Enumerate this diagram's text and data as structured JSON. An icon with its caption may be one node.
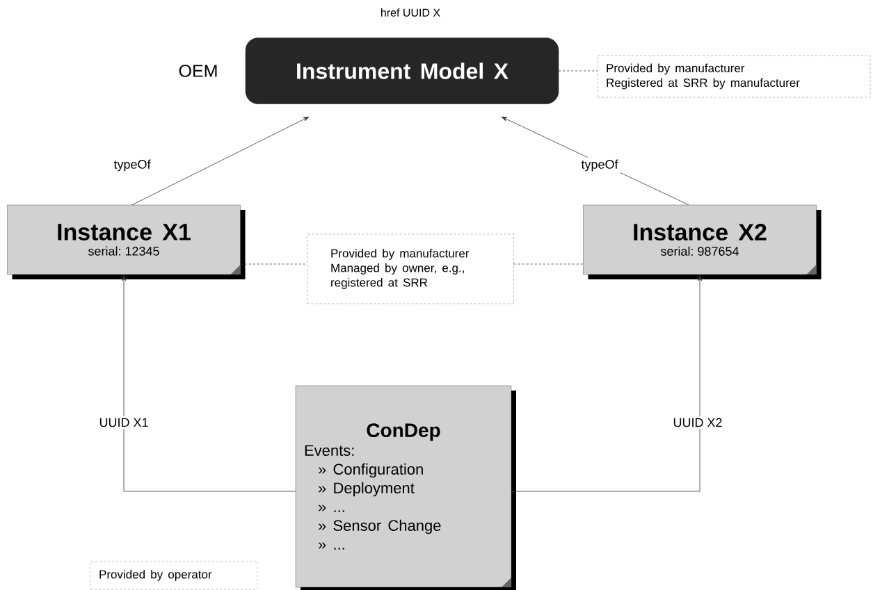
{
  "diagram": {
    "nodes": [
      {
        "text": [
          "Instrument Model X"
        ],
        "beside": [
          "OEM",
          "href UUID X"
        ]
      },
      {
        "text": [
          "Provided by manufacturer",
          "Registered at SRR by manufacturer"
        ]
      },
      {
        "text": [
          "Instance X1",
          "serial: 12345"
        ]
      },
      {
        "text": [
          "Provided by manufacturer",
          "Managed by owner, e.g., registered at SRR"
        ]
      },
      {
        "text": [
          "Instance X2",
          "serial: 987654"
        ]
      },
      {
        "text": [
          "ConDep",
          "Events:",
          "» Configuration",
          "» Deployment",
          "» ...",
          "» Sensor Change",
          "» ..."
        ]
      },
      {
        "text": [
          "Provided by operator"
        ]
      }
    ],
    "edges": [
      {
        "from": 2,
        "to": 0,
        "arrow": "to",
        "label": "typeOf"
      },
      {
        "from": 4,
        "to": 0,
        "arrow": "to",
        "label": "typeOf"
      },
      {
        "from": 0,
        "to": 1,
        "arrow": "none",
        "style": "dashed"
      },
      {
        "from": 2,
        "to": 3,
        "arrow": "none",
        "style": "dashed"
      },
      {
        "from": 3,
        "to": 4,
        "arrow": "none",
        "style": "dashed"
      },
      {
        "from": 5,
        "to": 2,
        "arrow": "to",
        "label": "UUID X1"
      },
      {
        "from": 5,
        "to": 4,
        "arrow": "to",
        "label": "UUID X2"
      }
    ]
  }
}
